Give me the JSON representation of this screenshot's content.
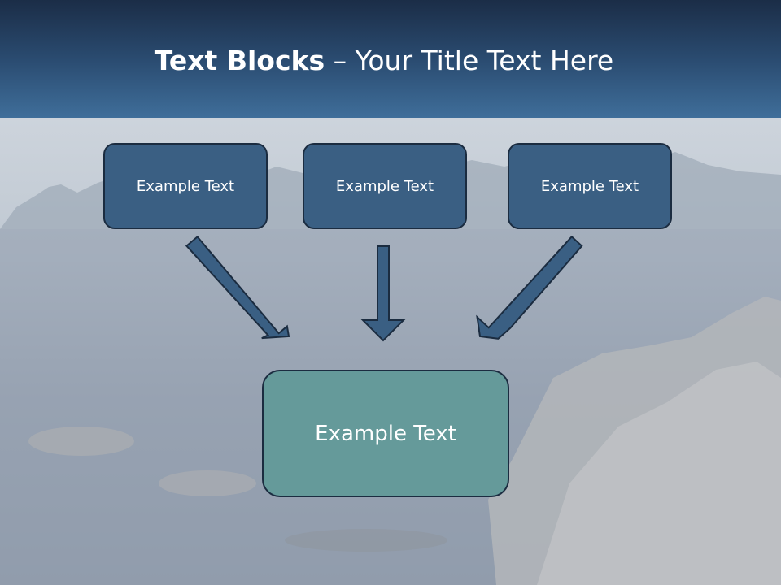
{
  "slide": {
    "title_bold": "Text Blocks",
    "title_rest": " – Your Title Text Here"
  },
  "blocks": {
    "top": [
      "Example Text",
      "Example Text",
      "Example Text"
    ],
    "bottom": "Example Text"
  },
  "colors": {
    "header_top": "#1b2d47",
    "header_bottom": "#3f6e9a",
    "box_fill": "#3a5f83",
    "box_border": "#1b2c40",
    "target_fill": "#659a9a",
    "arrow_fill": "#3a5f83"
  }
}
